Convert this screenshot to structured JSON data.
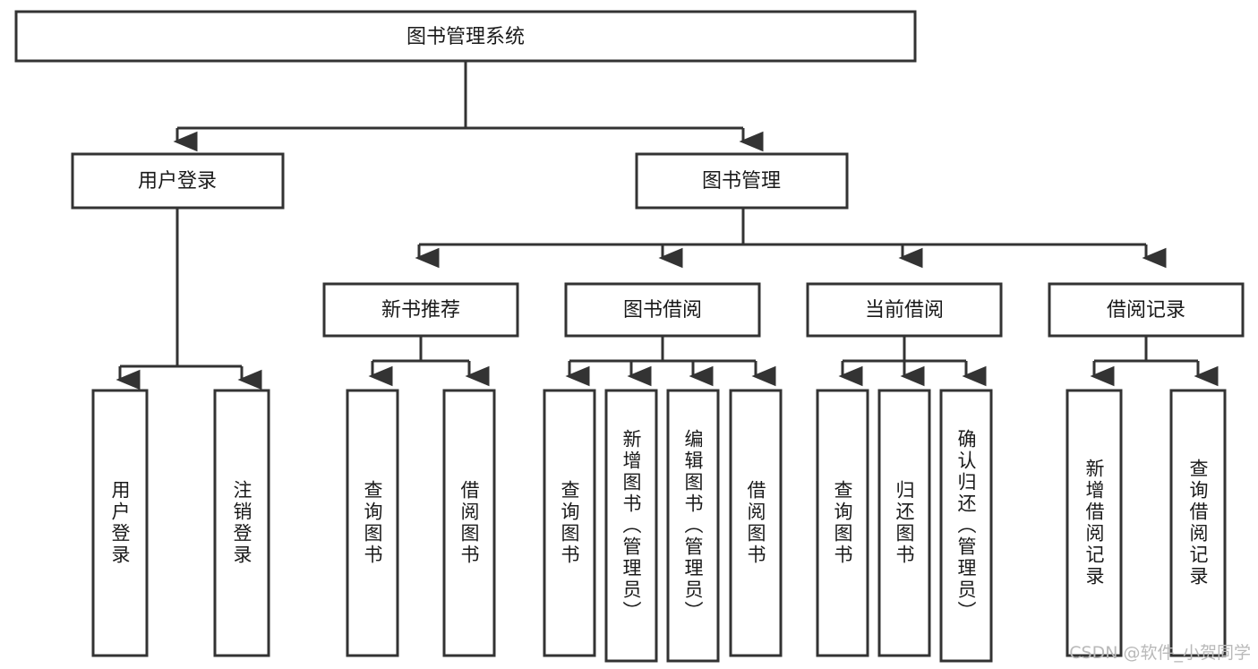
{
  "diagram": {
    "title": "图书管理系统",
    "type": "tree-hierarchy-chart",
    "orientation": "top-down",
    "root": {
      "label": "图书管理系统",
      "level": 0
    },
    "level2": [
      {
        "label": "用户登录"
      },
      {
        "label": "图书管理"
      }
    ],
    "level3": [
      {
        "label": "新书推荐"
      },
      {
        "label": "图书借阅"
      },
      {
        "label": "当前借阅"
      },
      {
        "label": "借阅记录"
      }
    ],
    "leaves": {
      "user_login": [
        {
          "label": "用户登录"
        },
        {
          "label": "注销登录"
        }
      ],
      "new_book_recommend": [
        {
          "label": "查询图书"
        },
        {
          "label": "借阅图书"
        }
      ],
      "book_borrow": [
        {
          "label": "查询图书"
        },
        {
          "label": "新增图书（管理员）"
        },
        {
          "label": "编辑图书（管理员）"
        },
        {
          "label": "借阅图书"
        }
      ],
      "current_borrow": [
        {
          "label": "查询图书"
        },
        {
          "label": "归还图书"
        },
        {
          "label": "确认归还（管理员）"
        }
      ],
      "borrow_record": [
        {
          "label": "新增借阅记录"
        },
        {
          "label": "查询借阅记录"
        }
      ]
    }
  },
  "watermark": {
    "text": "CSDN @软件_小贺同学"
  },
  "colors": {
    "stroke": "#333333",
    "box_fill": "#ffffff",
    "text": "#1a1a1a",
    "watermark": "#b9b9b9",
    "background": "#ffffff"
  }
}
